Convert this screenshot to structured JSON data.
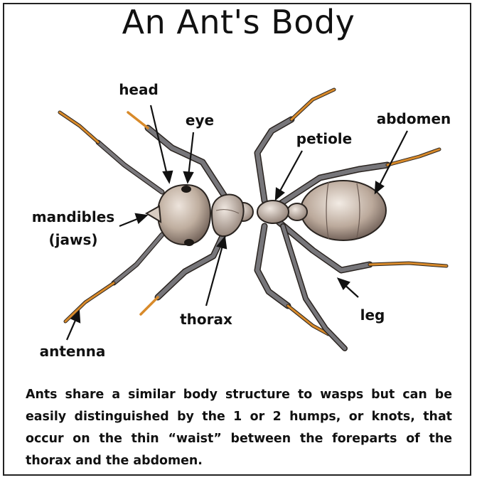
{
  "title": "An Ant's Body",
  "labels": {
    "head": "head",
    "eye": "eye",
    "petiole": "petiole",
    "abdomen": "abdomen",
    "mandibles_1": "mandibles",
    "mandibles_2": "(jaws)",
    "thorax": "thorax",
    "leg": "leg",
    "antenna": "antenna"
  },
  "caption": "Ants share a similar body structure to wasps but can be easily distinguished by the 1 or 2 humps, or knots, that occur on the thin “waist” between the foreparts of the thorax and the abdomen.",
  "colors": {
    "body": "#a69488",
    "body_dark": "#6e5e55",
    "leg": "#77767a",
    "leg_tip": "#d88a2a",
    "outline": "#2a2420"
  }
}
